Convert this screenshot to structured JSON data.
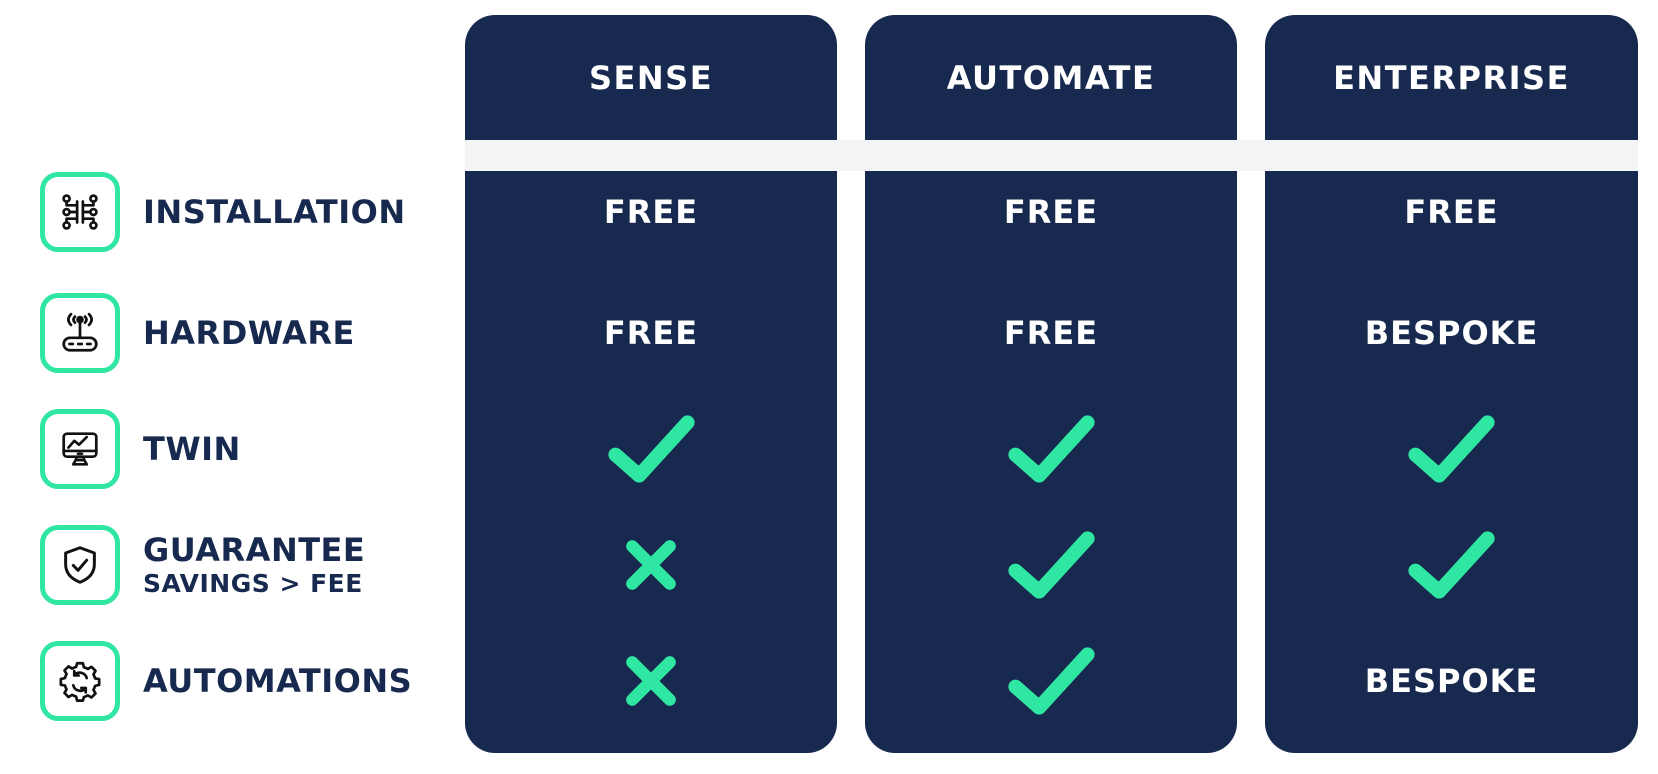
{
  "colors": {
    "navy": "#17294E",
    "green": "#2FE6A2",
    "band_gray": "#F3F4F6",
    "icon_stroke": "#111111",
    "header_text": "#FFFFFF"
  },
  "features": {
    "rows": [
      {
        "label": "INSTALLATION",
        "icon": "network-nodes-icon"
      },
      {
        "label": "HARDWARE",
        "icon": "router-antenna-icon"
      },
      {
        "label": "TWIN",
        "icon": "monitor-chart-icon"
      },
      {
        "label": "GUARANTEE",
        "sublabel": "SAVINGS > FEE",
        "icon": "shield-check-icon"
      },
      {
        "label": "AUTOMATIONS",
        "icon": "gear-sync-icon"
      }
    ]
  },
  "plans": {
    "columns": [
      {
        "name": "SENSE",
        "cells": [
          "FREE",
          "FREE",
          "check",
          "cross",
          "cross"
        ]
      },
      {
        "name": "AUTOMATE",
        "cells": [
          "FREE",
          "FREE",
          "check",
          "check",
          "check"
        ]
      },
      {
        "name": "ENTERPRISE",
        "cells": [
          "FREE",
          "BESPOKE",
          "check",
          "check",
          "BESPOKE"
        ]
      }
    ],
    "cell_icons": {
      "check": "check-icon",
      "cross": "cross-icon"
    }
  },
  "chart_data": {
    "type": "table",
    "title": "",
    "categories": [
      "INSTALLATION",
      "HARDWARE",
      "TWIN",
      "GUARANTEE SAVINGS > FEE",
      "AUTOMATIONS"
    ],
    "series": [
      {
        "name": "SENSE",
        "values": [
          "FREE",
          "FREE",
          "yes",
          "no",
          "no"
        ]
      },
      {
        "name": "AUTOMATE",
        "values": [
          "FREE",
          "FREE",
          "yes",
          "yes",
          "yes"
        ]
      },
      {
        "name": "ENTERPRISE",
        "values": [
          "FREE",
          "BESPOKE",
          "yes",
          "yes",
          "BESPOKE"
        ]
      }
    ]
  }
}
